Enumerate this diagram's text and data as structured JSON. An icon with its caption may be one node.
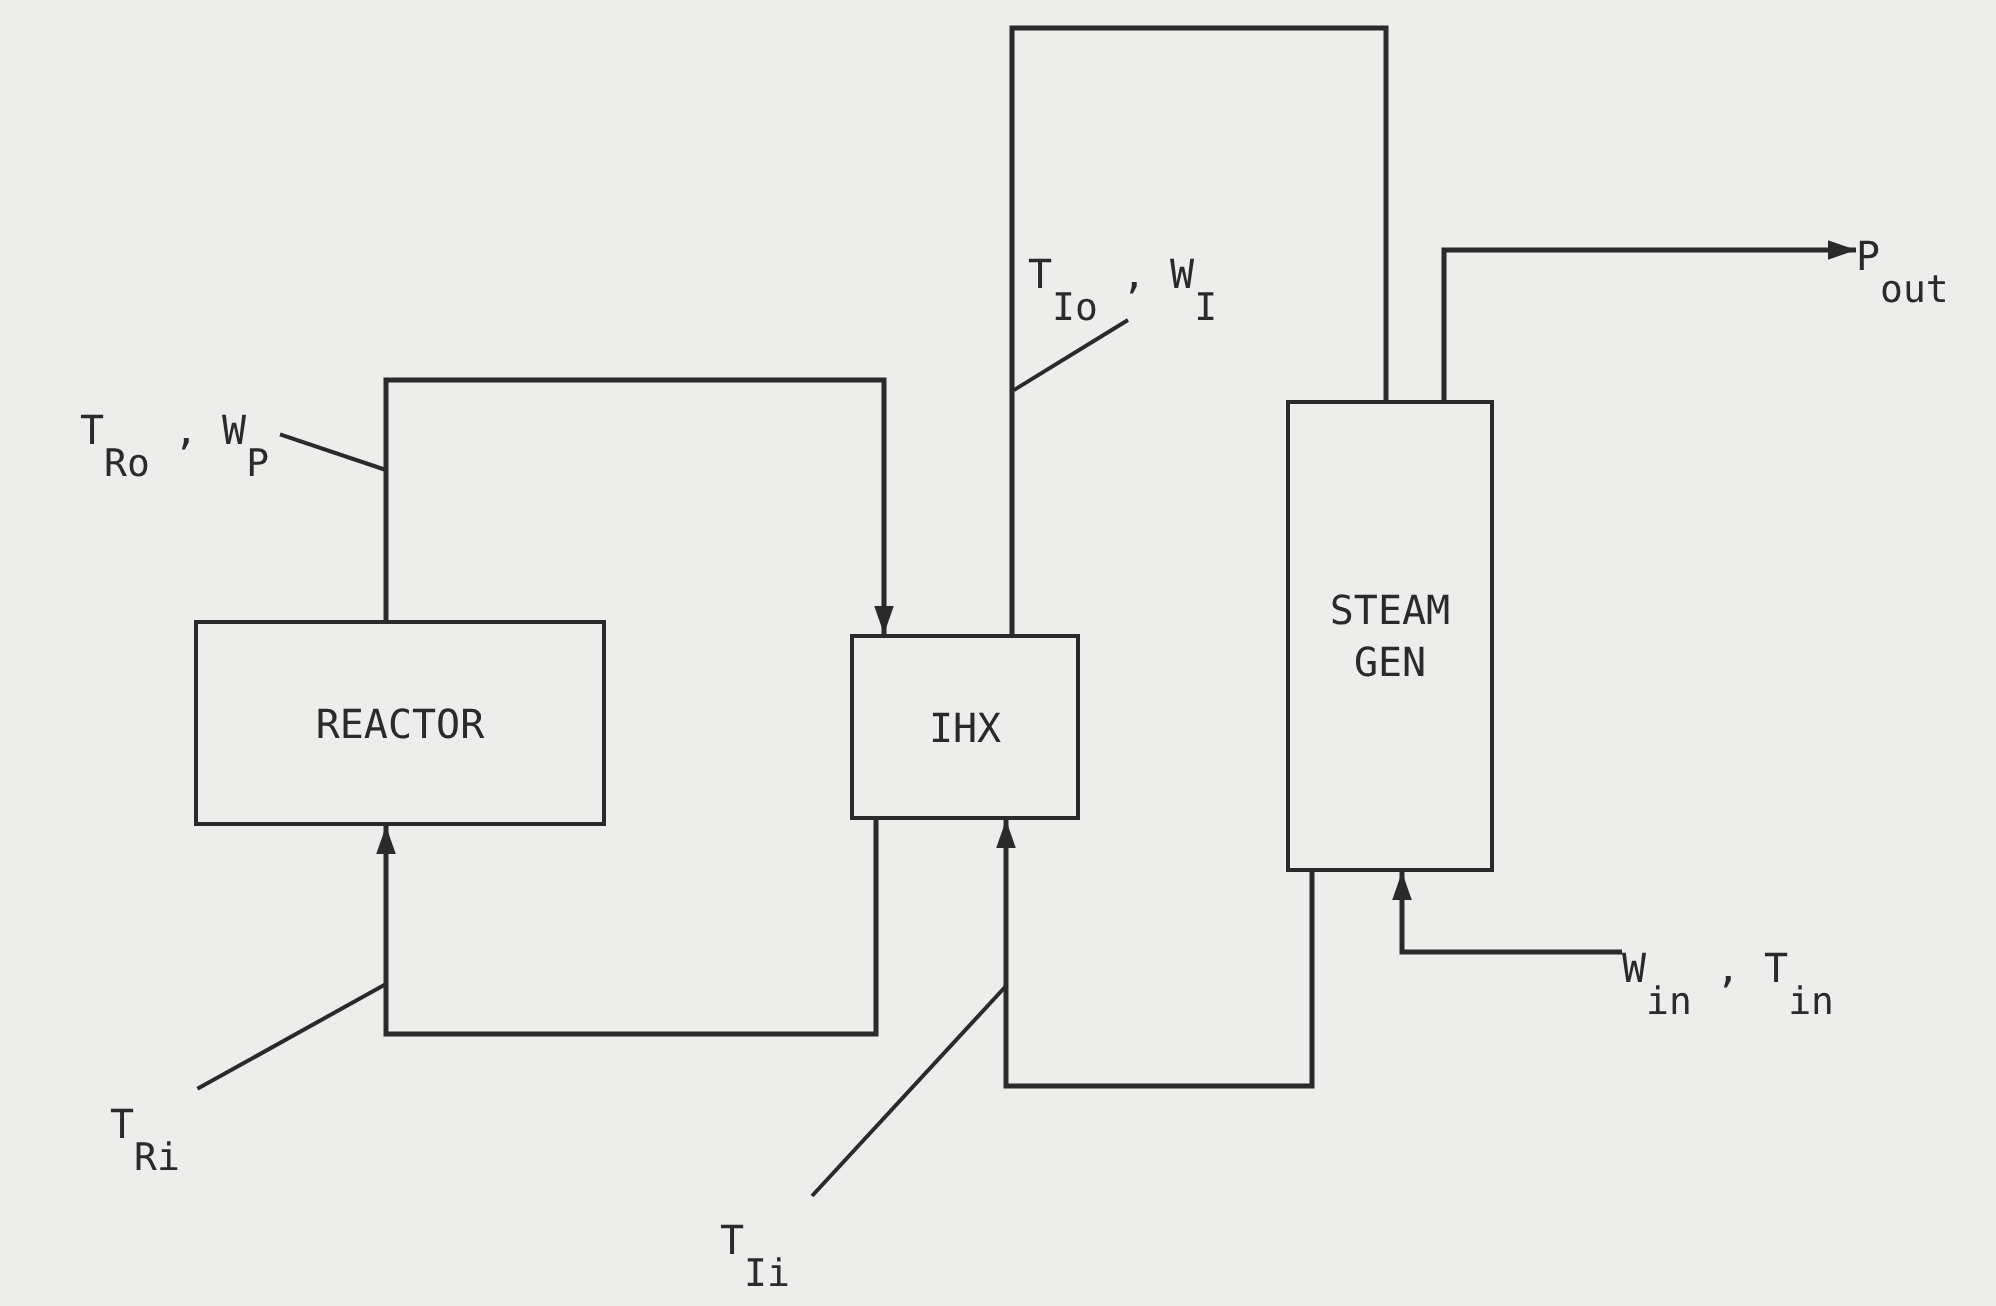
{
  "diagram": {
    "nodes": [
      {
        "text": [
          "REACTOR"
        ]
      },
      {
        "text": [
          "IHX"
        ]
      },
      {
        "text": [
          "STEAM GEN"
        ]
      },
      {
        "text": [
          "P$_{out}$"
        ]
      },
      {
        "text": [
          "W$_{in}$ , T$_{in}$"
        ]
      },
      {
        "text": [
          "T$_{Ro}$ , W$_{P}$"
        ]
      },
      {
        "text": [
          "T$_{Io}$ , W$_{I}$"
        ]
      },
      {
        "text": [
          "T$_{Ri}$"
        ]
      },
      {
        "text": [
          "T$_{Ii}$"
        ]
      }
    ],
    "edges": [
      {
        "from": 0,
        "to": 1,
        "arrow": "to"
      },
      {
        "from": 1,
        "to": 0,
        "arrow": "to"
      },
      {
        "from": 1,
        "to": 2,
        "arrow": "none"
      },
      {
        "from": 2,
        "to": 1,
        "arrow": "to"
      },
      {
        "from": 2,
        "to": 3,
        "arrow": "to"
      },
      {
        "from": 4,
        "to": 2,
        "arrow": "to"
      },
      {
        "from": 5,
        "to": null,
        "arrow": "none"
      },
      {
        "from": 6,
        "to": null,
        "arrow": "none"
      },
      {
        "from": 7,
        "to": null,
        "arrow": "none"
      },
      {
        "from": 8,
        "to": null,
        "arrow": "none"
      }
    ]
  }
}
